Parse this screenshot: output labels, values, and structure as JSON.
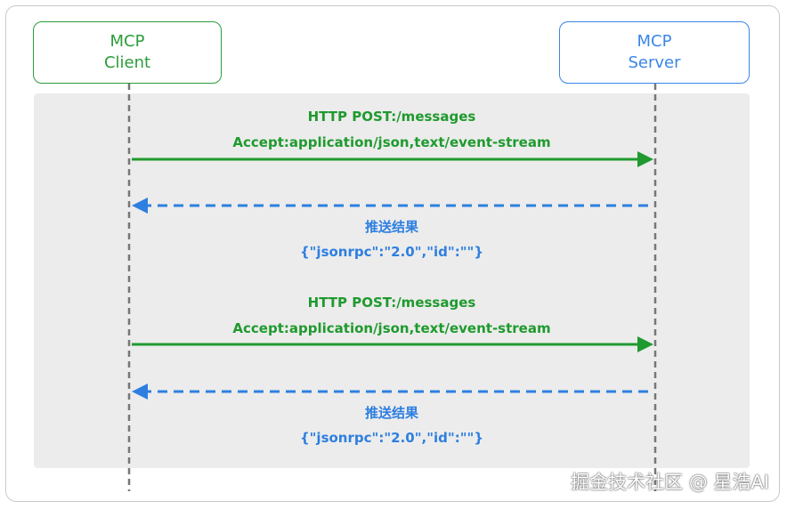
{
  "actors": {
    "client": {
      "line1": "MCP",
      "line2": "Client"
    },
    "server": {
      "line1": "MCP",
      "line2": "Server"
    }
  },
  "messages": [
    {
      "direction": "client-to-server",
      "style": "solid",
      "color": "#1f9a2e",
      "line1": "HTTP POST:/messages",
      "line2": "Accept:application/json,text/event-stream"
    },
    {
      "direction": "server-to-client",
      "style": "dashed",
      "color": "#2e7fe0",
      "line1": "推送结果",
      "line2": "{\"jsonrpc\":\"2.0\",\"id\":\"\"}"
    },
    {
      "direction": "client-to-server",
      "style": "solid",
      "color": "#1f9a2e",
      "line1": "HTTP POST:/messages",
      "line2": "Accept:application/json,text/event-stream"
    },
    {
      "direction": "server-to-client",
      "style": "dashed",
      "color": "#2e7fe0",
      "line1": "推送结果",
      "line2": "{\"jsonrpc\":\"2.0\",\"id\":\"\"}"
    }
  ],
  "watermark": "掘金技术社区 @ 星浩AI"
}
